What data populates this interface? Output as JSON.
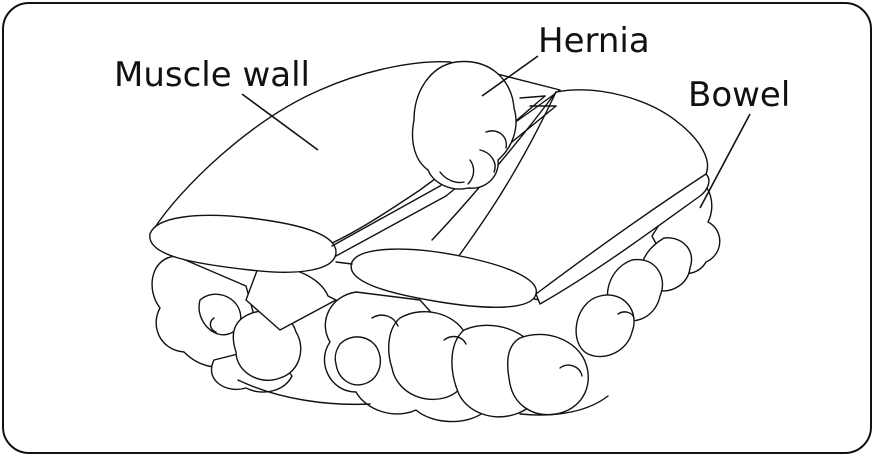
{
  "diagram": {
    "labels": {
      "muscle_wall": "Muscle wall",
      "hernia": "Hernia",
      "bowel": "Bowel"
    },
    "colors": {
      "stroke": "#111111",
      "fill": "#ffffff",
      "background": "#ffffff"
    }
  }
}
